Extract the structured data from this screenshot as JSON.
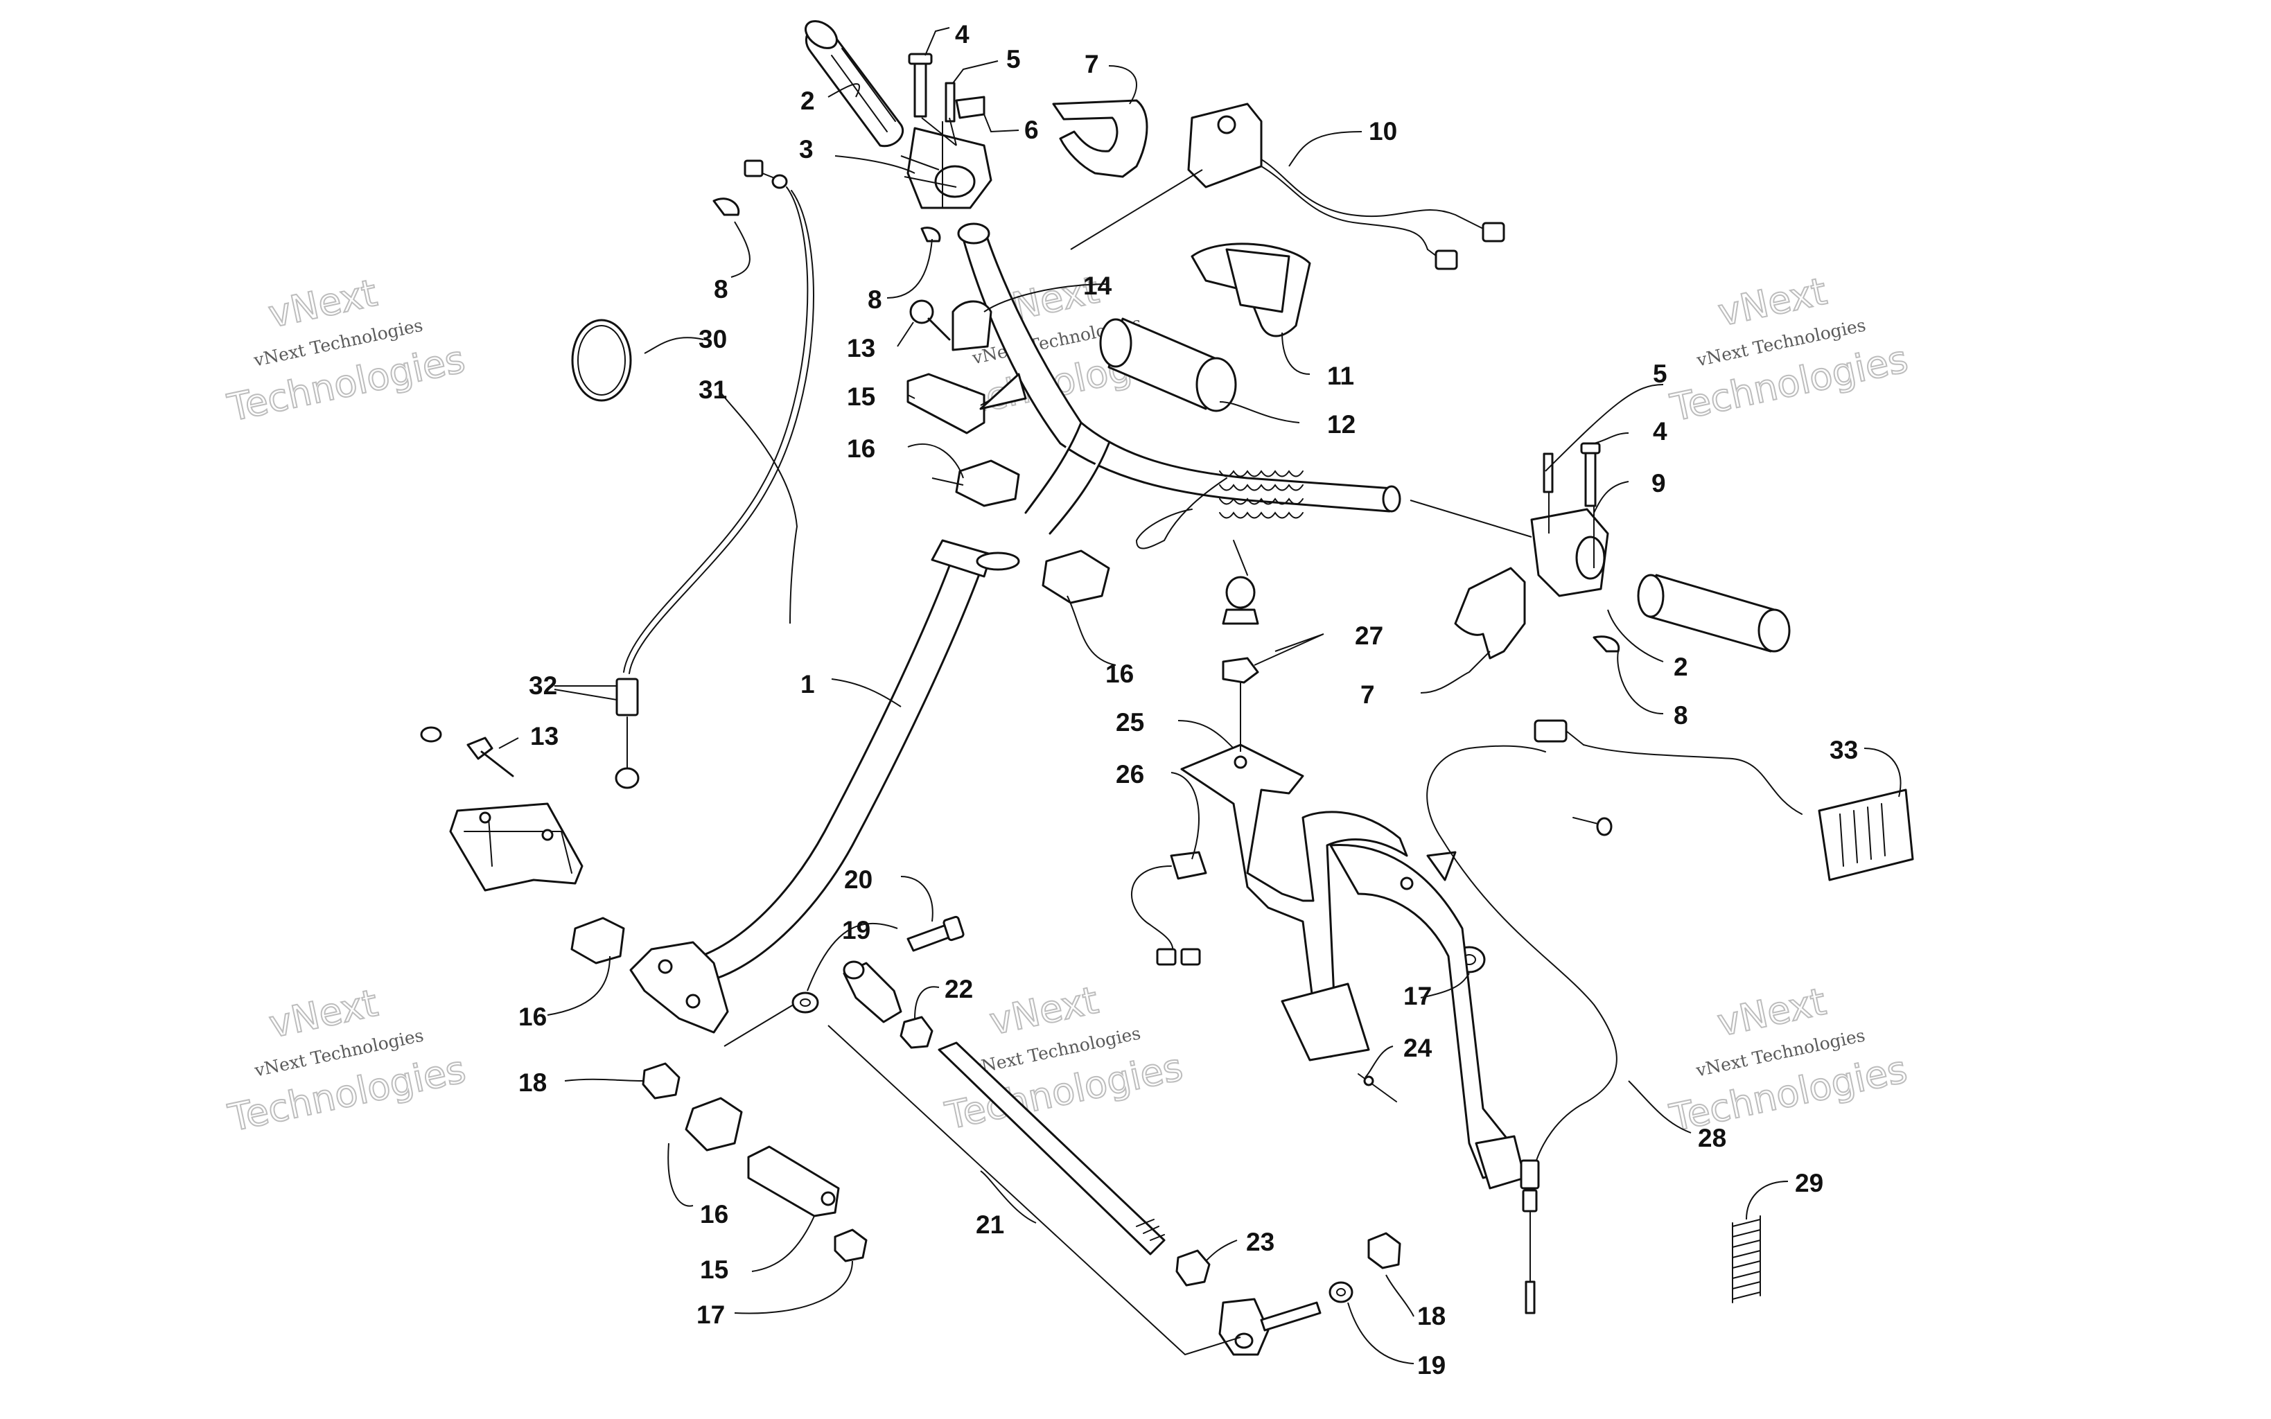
{
  "diagram": {
    "watermarks": [
      {
        "line1": "vNext",
        "line2": "vNext Technologies",
        "line3": "Technologies"
      },
      {
        "line1": "vNext",
        "line2": "vNext Technologies",
        "line3": "Technologies"
      },
      {
        "line1": "vNext",
        "line2": "vNext Technologies",
        "line3": "Technologies"
      },
      {
        "line1": "vNext",
        "line2": "vNext Technologies",
        "line3": "Technologies"
      },
      {
        "line1": "vNext",
        "line2": "vNext Technologies",
        "line3": "Technologies"
      }
    ],
    "callouts": {
      "c1": "1",
      "c2a": "2",
      "c2b": "2",
      "c3": "3",
      "c4a": "4",
      "c4b": "4",
      "c5a": "5",
      "c5b": "5",
      "c6": "6",
      "c7a": "7",
      "c7b": "7",
      "c8a": "8",
      "c8b": "8",
      "c8c": "8",
      "c9": "9",
      "c10": "10",
      "c11": "11",
      "c12": "12",
      "c13a": "13",
      "c13b": "13",
      "c14": "14",
      "c15a": "15",
      "c15b": "15",
      "c16a": "16",
      "c16b": "16",
      "c16c": "16",
      "c16d": "16",
      "c17a": "17",
      "c17b": "17",
      "c18a": "18",
      "c18b": "18",
      "c19a": "19",
      "c19b": "19",
      "c20": "20",
      "c21": "21",
      "c22": "22",
      "c23": "23",
      "c24": "24",
      "c25": "25",
      "c26": "26",
      "c27": "27",
      "c28": "28",
      "c29": "29",
      "c30": "30",
      "c31": "31",
      "c32": "32",
      "c33": "33"
    }
  }
}
